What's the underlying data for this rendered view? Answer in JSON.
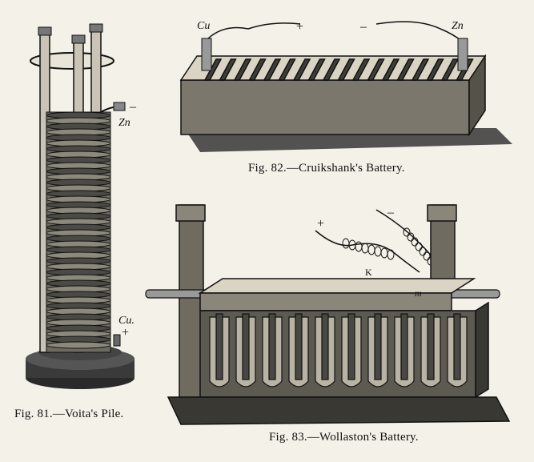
{
  "fig81": {
    "caption": "Fig. 81.—Voita's Pile.",
    "label_top": "Zn",
    "label_bottom": "Cu.",
    "sign_top": "–",
    "sign_bottom": "+"
  },
  "fig82": {
    "caption": "Fig. 82.—Cruikshank's Battery.",
    "label_left": "Cu",
    "label_right": "Zn",
    "sign_plus": "+",
    "sign_minus": "–"
  },
  "fig83": {
    "caption": "Fig. 83.—Wollaston's Battery.",
    "sign_plus": "+",
    "sign_minus": "–",
    "label_k": "K",
    "label_m": "m"
  },
  "colors": {
    "paper": "#f4f1e8",
    "ink": "#1a1a1a"
  }
}
